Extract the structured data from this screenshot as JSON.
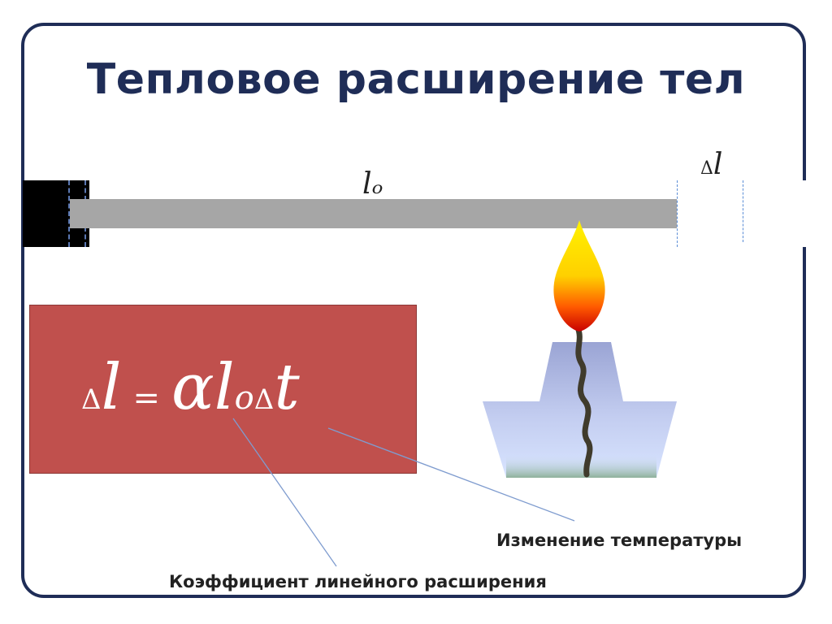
{
  "title": "Тепловое расширение тел",
  "rod": {
    "length_label": "lₒ",
    "delta_symbol": "Δ",
    "delta_var": "l"
  },
  "formula": {
    "delta1": "Δ",
    "l1": "l",
    "eq": "=",
    "alpha": "α",
    "l2": "l",
    "sub": "o",
    "delta2": "Δ",
    "t": "t"
  },
  "captions": {
    "temperature": "Изменение температуры",
    "coefficient": "Коэффициент линейного расширения"
  },
  "colors": {
    "title": "#1f2d57",
    "formula_box": "#c0504d",
    "rod": "#a6a6a6",
    "flame_top": "#ffee00",
    "flame_bottom": "#d00000",
    "burner": "#a9b4dc",
    "wick": "#403b2c"
  },
  "icons": [
    "flame-icon",
    "burner-icon"
  ]
}
